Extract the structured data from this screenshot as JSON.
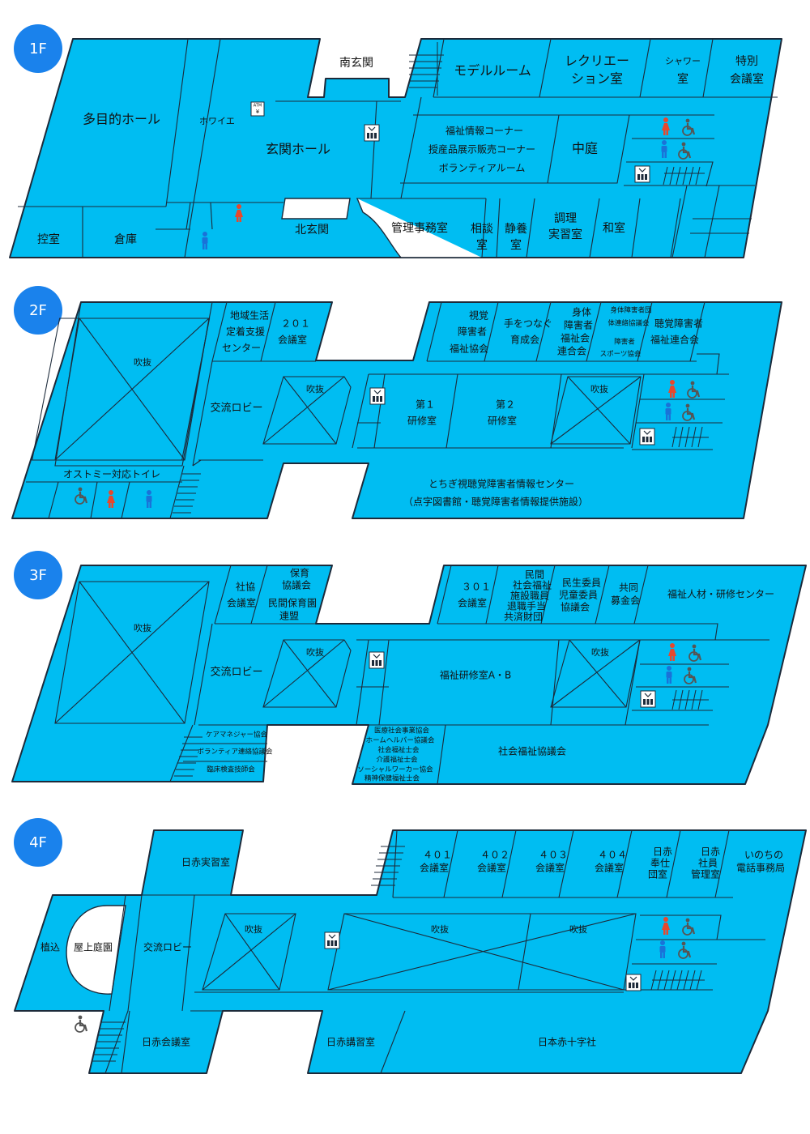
{
  "floors": [
    {
      "id": "1F",
      "badge": "1F",
      "rooms": [
        "多目的ホール",
        "ホワイエ",
        "控室",
        "倉庫",
        "玄関ホール",
        "南玄関",
        "北玄関",
        "モデルルーム",
        "レクリエー",
        "ション室",
        "シャワー",
        "室",
        "特別",
        "会議室",
        "福祉情報コーナー",
        "授産品展示販売コーナー",
        "ボランティアルーム",
        "中庭",
        "管理事務室",
        "相談",
        "室",
        "静養",
        "室",
        "調理",
        "実習室",
        "和室"
      ],
      "atm_label": "ATM",
      "yen_symbol": "¥"
    },
    {
      "id": "2F",
      "badge": "2F",
      "rooms": [
        "吹抜",
        "地域生活",
        "定着支援",
        "センター",
        "２０１",
        "会議室",
        "交流ロビー",
        "吹抜",
        "第１",
        "研修室",
        "第２",
        "研修室",
        "吹抜",
        "視覚",
        "障害者",
        "福祉協会",
        "手をつなぐ",
        "育成会",
        "身体",
        "障害者",
        "福祉会",
        "連合会",
        "身体障害者団",
        "体連絡協議会",
        "障害者",
        "スポーツ協会",
        "聴覚障害者",
        "福祉連合会",
        "オストミー対応トイレ",
        "とちぎ視聴覚障害者情報センター",
        "（点字図書館・聴覚障害者情報提供施設）"
      ]
    },
    {
      "id": "3F",
      "badge": "3F",
      "rooms": [
        "吹抜",
        "社協",
        "会議室",
        "保育",
        "協議会",
        "民間保育園",
        "連盟",
        "交流ロビー",
        "吹抜",
        "３０１",
        "会議室",
        "民間",
        "社会福祉",
        "施設職員",
        "退職手当",
        "共済財団",
        "民生委員",
        "児童委員",
        "協議会",
        "共同",
        "募金会",
        "福祉人材・研修センター",
        "福祉研修室A・B",
        "吹抜",
        "ケアマネジャー協会",
        "ボランティア連絡協議会",
        "臨床検査技師会",
        "医療社会事業協会",
        "ホームヘルパー協議会",
        "社会福祉士会",
        "介護福祉士会",
        "ソーシャルワーカー協会",
        "精神保健福祉士会",
        "社会福祉協議会"
      ]
    },
    {
      "id": "4F",
      "badge": "4F",
      "rooms": [
        "日赤実習室",
        "植込",
        "屋上庭園",
        "交流ロビー",
        "吹抜",
        "吹抜",
        "吹抜",
        "４０１",
        "会議室",
        "４０２",
        "会議室",
        "４０３",
        "会議室",
        "４０４",
        "会議室",
        "日赤",
        "奉仕",
        "団室",
        "日赤",
        "社員",
        "管理室",
        "いのちの",
        "電話事務局",
        "日赤会議室",
        "日赤講習室",
        "日本赤十字社"
      ]
    }
  ],
  "icons": [
    "elevator-icon",
    "male-restroom-icon",
    "female-restroom-icon",
    "wheelchair-restroom-icon",
    "stairs-icon",
    "accessible-entrance-icon",
    "atm-icon"
  ],
  "colors": {
    "floor": "#00bdf2",
    "wall": "#1c2a3a",
    "badge": "#1a82ec",
    "female": "#e8482c",
    "male": "#1a72d8",
    "wheelchair": "#555555"
  }
}
